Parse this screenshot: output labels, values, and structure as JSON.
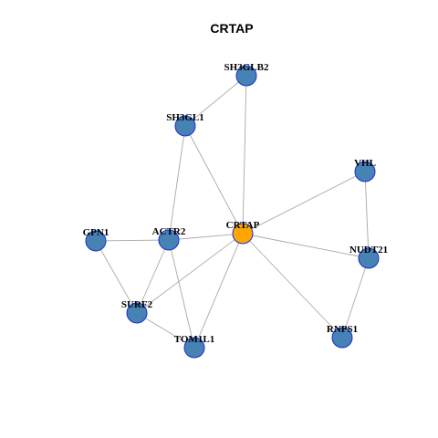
{
  "title": "CRTAP",
  "colors": {
    "node_default": "#4682b4",
    "node_center": "#ffa500",
    "node_border": "#1a2fcf",
    "edge": "#a8a8a8"
  },
  "nodes": [
    {
      "id": "SH3GLB2",
      "label": "SH3GLB2",
      "center": false
    },
    {
      "id": "SH3GL1",
      "label": "SH3GL1",
      "center": false
    },
    {
      "id": "VHL",
      "label": "VHL",
      "center": false
    },
    {
      "id": "GPN1",
      "label": "GPN1",
      "center": false
    },
    {
      "id": "ACTR2",
      "label": "ACTR2",
      "center": false
    },
    {
      "id": "CRTAP",
      "label": "CRTAP",
      "center": true
    },
    {
      "id": "NUDT21",
      "label": "NUDT21",
      "center": false
    },
    {
      "id": "SURF2",
      "label": "SURF2",
      "center": false
    },
    {
      "id": "RNPS1",
      "label": "RNPS1",
      "center": false
    },
    {
      "id": "TOM1L1",
      "label": "TOM1L1",
      "center": false
    }
  ],
  "edges": [
    [
      "SH3GLB2",
      "SH3GL1"
    ],
    [
      "SH3GLB2",
      "CRTAP"
    ],
    [
      "SH3GL1",
      "ACTR2"
    ],
    [
      "SH3GL1",
      "CRTAP"
    ],
    [
      "VHL",
      "CRTAP"
    ],
    [
      "VHL",
      "NUDT21"
    ],
    [
      "GPN1",
      "ACTR2"
    ],
    [
      "GPN1",
      "SURF2"
    ],
    [
      "ACTR2",
      "CRTAP"
    ],
    [
      "ACTR2",
      "SURF2"
    ],
    [
      "ACTR2",
      "TOM1L1"
    ],
    [
      "CRTAP",
      "NUDT21"
    ],
    [
      "CRTAP",
      "SURF2"
    ],
    [
      "CRTAP",
      "TOM1L1"
    ],
    [
      "CRTAP",
      "RNPS1"
    ],
    [
      "NUDT21",
      "RNPS1"
    ],
    [
      "SURF2",
      "TOM1L1"
    ]
  ]
}
